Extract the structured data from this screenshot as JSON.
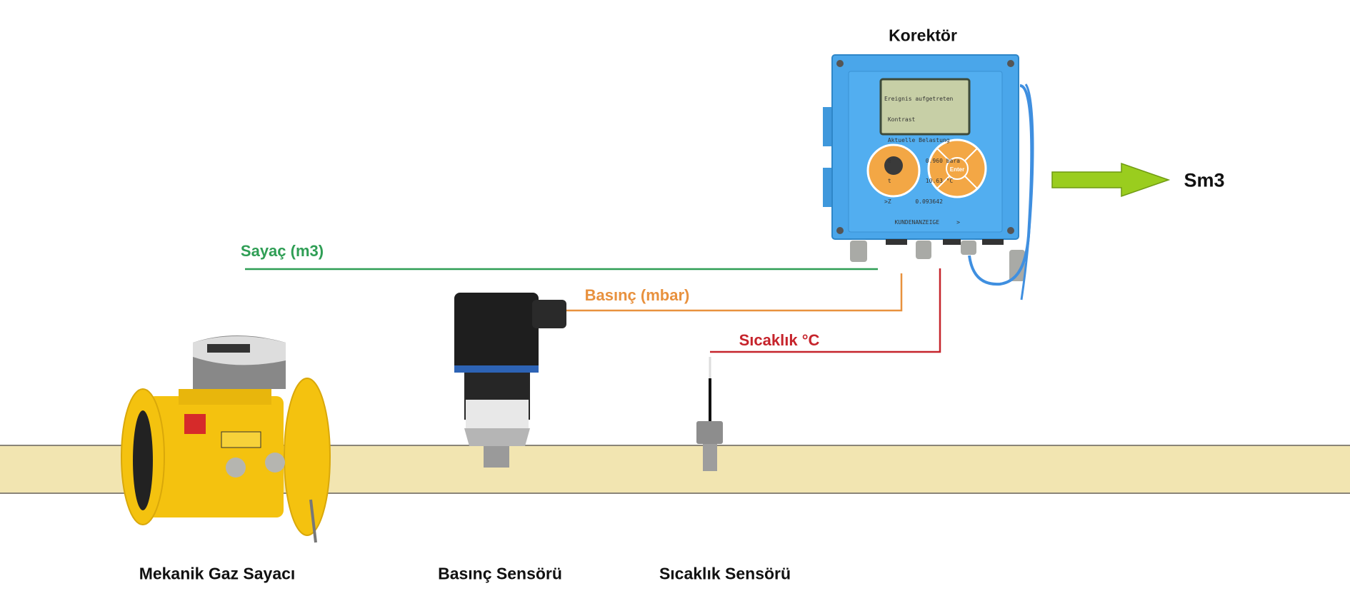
{
  "corrector": {
    "label": "Korektör",
    "color": "#4aa6ea",
    "display_lines": [
      "Ereignis aufgetreten",
      " Kontrast",
      " Aktuelle Belastung",
      " e          0.960 bara",
      " t          10.63 °C",
      ">Z       0.093642",
      "   KUNDENANZEIGE     >"
    ],
    "enter_key": "Enter"
  },
  "output": {
    "label": "Sm3",
    "arrow_color": "#9acd1e"
  },
  "signals": [
    {
      "label": "Sayaç (m3)",
      "color": "#2f9e55"
    },
    {
      "label": "Basınç (mbar)",
      "color": "#e8913e"
    },
    {
      "label": "Sıcaklık °C",
      "color": "#c6242c"
    }
  ],
  "devices": [
    {
      "label": "Mekanik Gaz Sayacı"
    },
    {
      "label": "Basınç Sensörü"
    },
    {
      "label": "Sıcaklık Sensörü"
    }
  ],
  "pipe": {
    "color": "#f2e5b1"
  }
}
